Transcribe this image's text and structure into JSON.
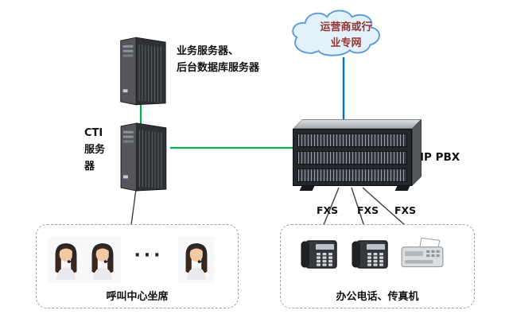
{
  "colors": {
    "green_line": "#00b050",
    "blue_line": "#0070c0",
    "black_line": "#404040",
    "cloud_fill": "#e3f1fa",
    "cloud_stroke": "#5b9bd5",
    "cloud_text": "#943634",
    "dashed_box_border": "#9aa0a6"
  },
  "nodes": {
    "cloud": {
      "label_line1": "运营商或行",
      "label_line2": "业专网"
    },
    "app_server": {
      "label_line1": "业务服务器、",
      "label_line2": "后台数据库服务器"
    },
    "cti_server": {
      "label_line1": "CTI",
      "label_line2": "服务",
      "label_line3": "器"
    },
    "ip_pbx": {
      "label": "IP PBX"
    },
    "call_center": {
      "label": "呼叫中心坐席",
      "dots": "···"
    },
    "office": {
      "label": "办公电话、传真机"
    },
    "fxs_labels": [
      "FXS",
      "FXS",
      "FXS"
    ]
  }
}
